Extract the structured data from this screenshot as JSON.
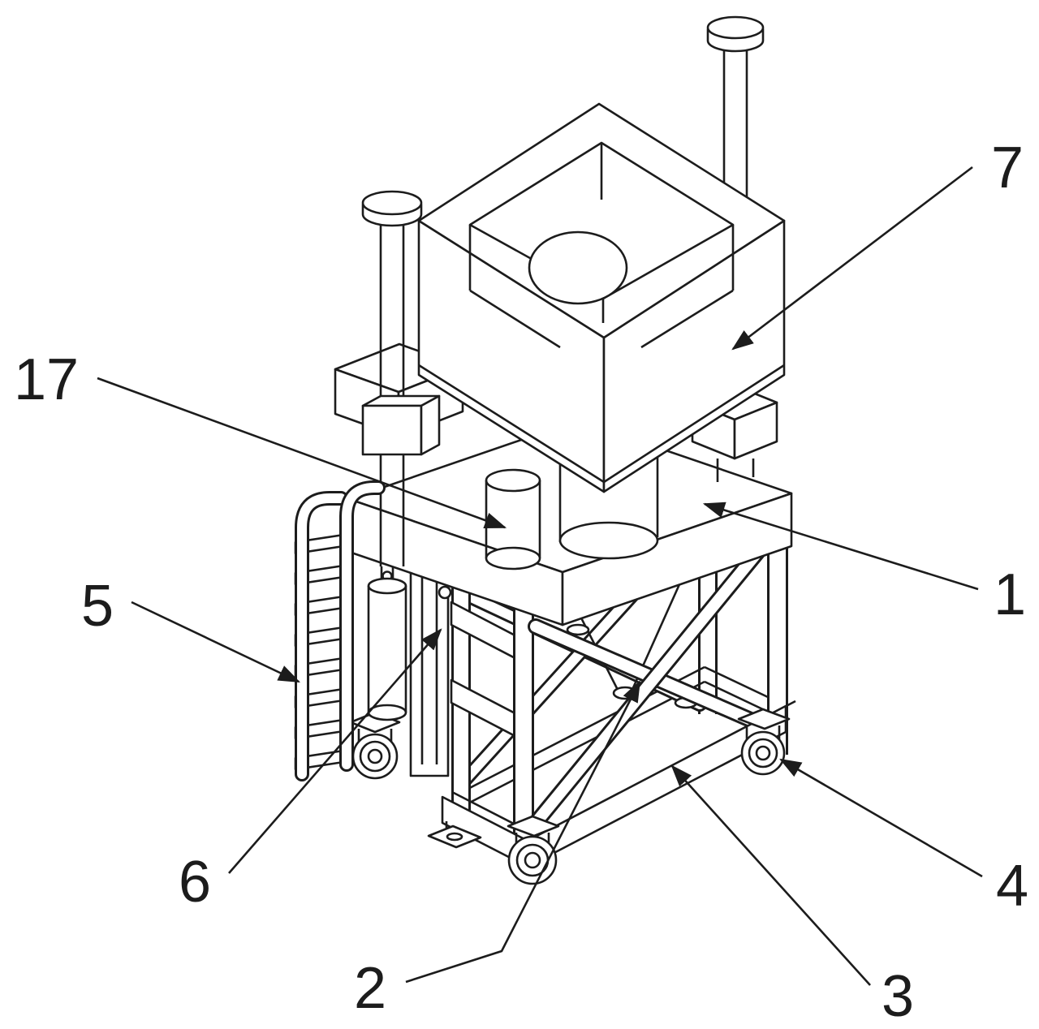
{
  "figure": {
    "type": "patent-line-drawing",
    "background_color": "#ffffff",
    "line_color": "#1c1c1c",
    "labels": [
      {
        "id": "part-7",
        "text": "7"
      },
      {
        "id": "part-17",
        "text": "17"
      },
      {
        "id": "part-1",
        "text": "1"
      },
      {
        "id": "part-5",
        "text": "5"
      },
      {
        "id": "part-6",
        "text": "6"
      },
      {
        "id": "part-2",
        "text": "2"
      },
      {
        "id": "part-3",
        "text": "3"
      },
      {
        "id": "part-4",
        "text": "4"
      }
    ]
  }
}
